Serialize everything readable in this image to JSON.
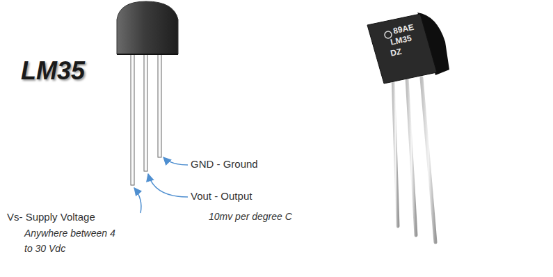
{
  "diagram": {
    "title": "LM35",
    "labels": [
      "GND - Ground",
      "Vout - Output",
      "10mv per degree C",
      "Vs- Supply Voltage",
      "Anywhere between 4 to 30 Vdc",
      "89AE",
      "LM35",
      "DZ"
    ]
  }
}
